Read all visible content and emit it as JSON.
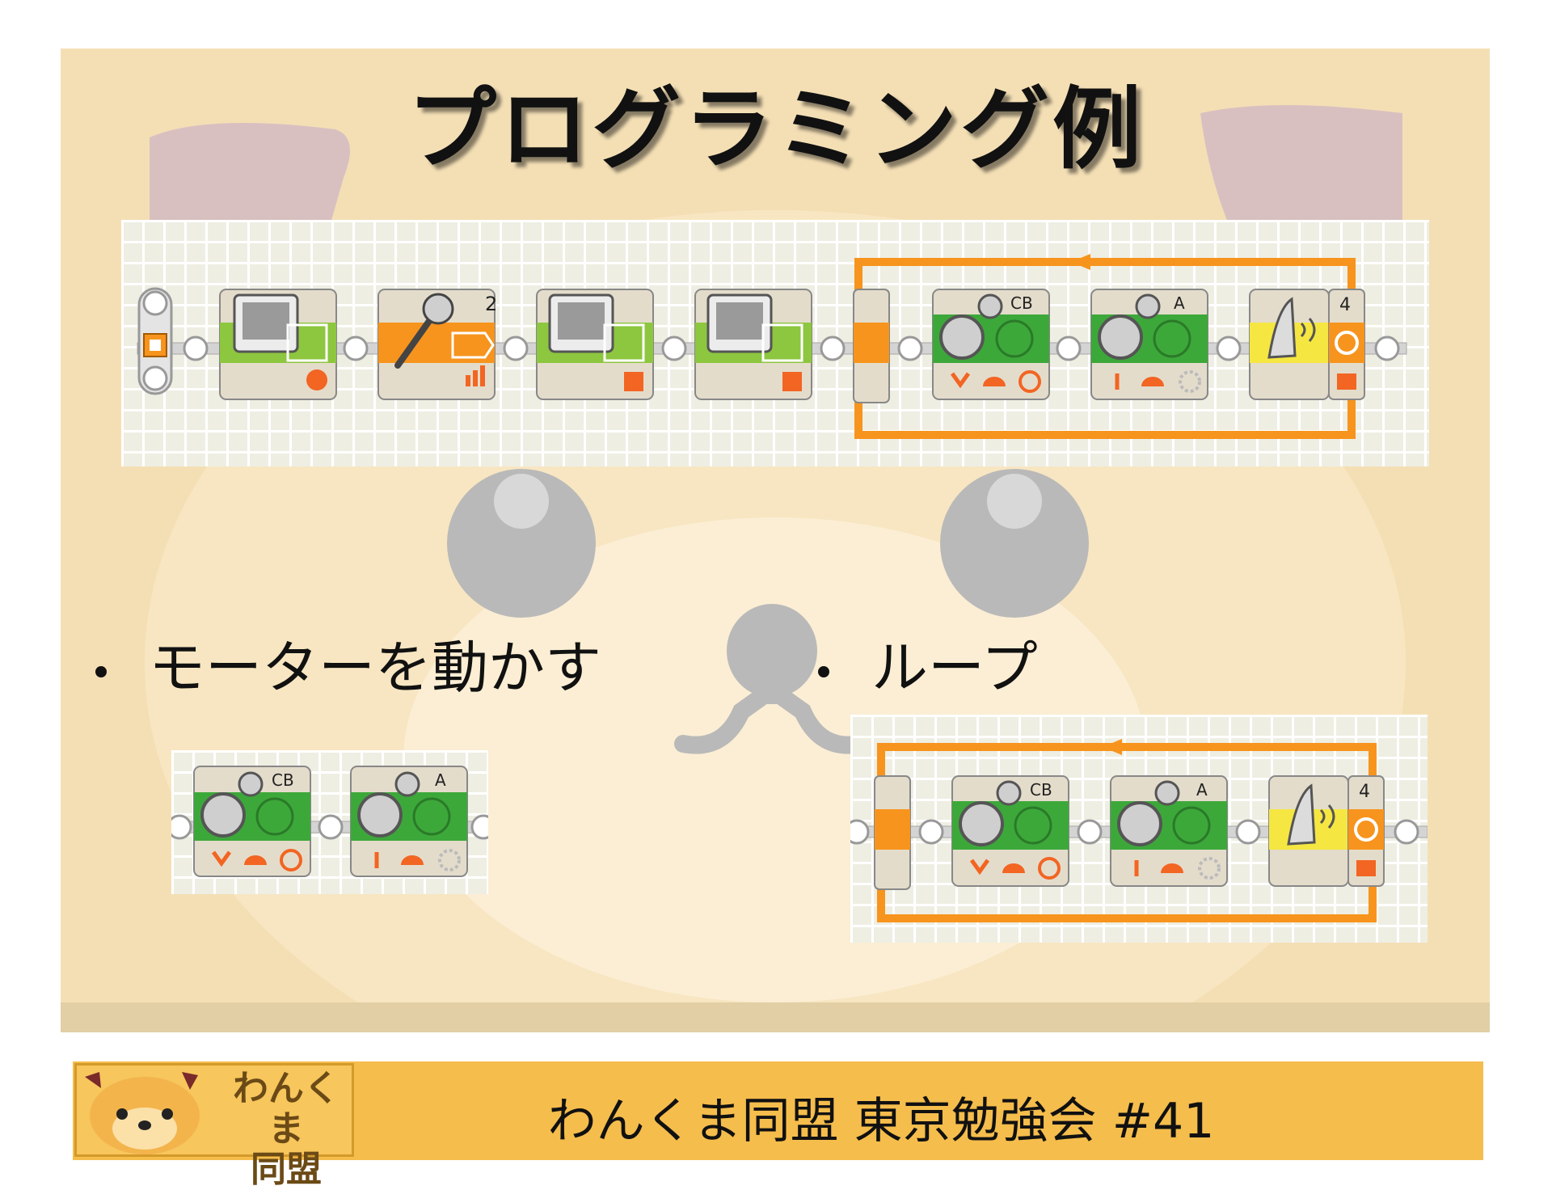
{
  "slide": {
    "title": "プログラミング例",
    "bullets": [
      {
        "label": "モーターを動かす"
      },
      {
        "label": "ループ"
      }
    ]
  },
  "program": {
    "motor_block_1": {
      "ports": "CB"
    },
    "motor_block_2": {
      "ports": "A"
    },
    "sound_block": {
      "value": "2"
    },
    "loop_count": "4"
  },
  "footer": {
    "logo_line1": "わんくま",
    "logo_line2": "同盟",
    "text": "わんくま同盟 東京勉強会 #41"
  },
  "colors": {
    "slide_bg": "#f4dfb5",
    "footer_bg": "#f5bd4c",
    "block_green": "#8dc63f",
    "motor_green": "#3da83a",
    "block_orange": "#f7941d",
    "block_yellow": "#f5e642",
    "loop_orange": "#f7941d"
  },
  "icons": {
    "display_block": "monitor-icon",
    "sound_block": "microphone-icon",
    "motor_block": "gear-icon",
    "bluetooth_block": "satellite-dish-icon",
    "loop": "loop-arrows-icon",
    "start": "start-icon"
  }
}
